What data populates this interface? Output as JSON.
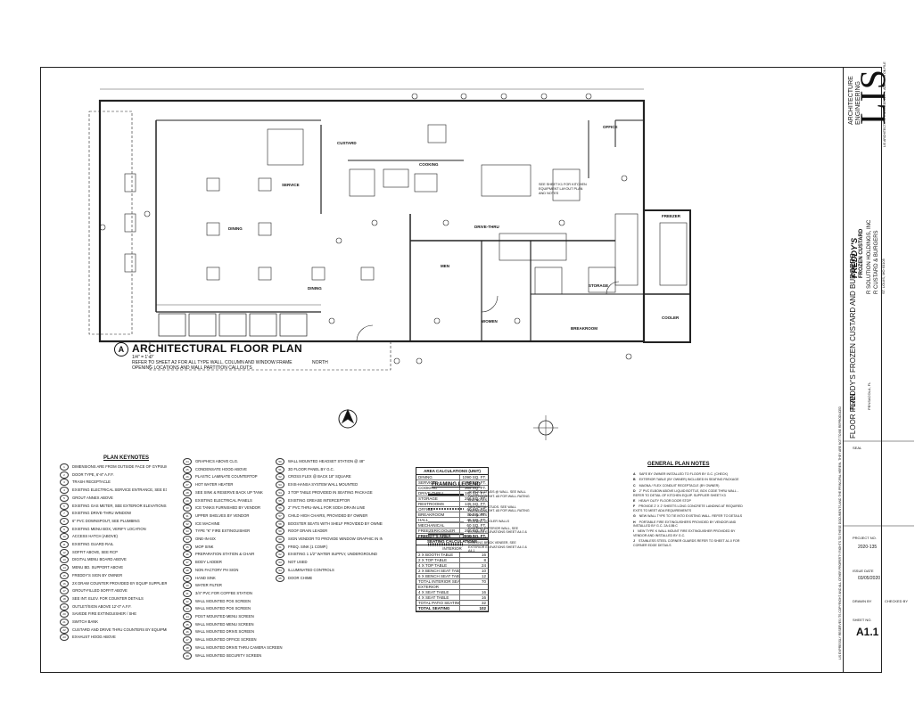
{
  "plan": {
    "title": "ARCHITECTURAL FLOOR PLAN",
    "bubble": "A",
    "scale": "1/4\" = 1'-0\"",
    "subnote": "REFER TO SHEET A2 FOR ALL TYPE WALL, COLUMN AND WINDOW FRAME OPENING LOCATIONS AND WALL PARTITION CALLOUTS",
    "north": "NORTH"
  },
  "rooms": {
    "dining": "DINING",
    "dining2": "DINING",
    "service": "SERVICE",
    "custard": "CUSTARD",
    "cooking": "COOKING",
    "drive_thru": "DRIVE-THRU",
    "storage": "STORAGE",
    "freezer": "FREEZER",
    "cooler": "COOLER",
    "mens": "MEN",
    "womens": "WOMEN",
    "breakroom": "BREAKROOM",
    "office": "OFFICE",
    "kitchen_note": "SEE SHEET K1 FOR KITCHEN EQUIPMENT LAYOUT PLAN AND NOTES"
  },
  "keynotes": {
    "heading": "PLAN KEYNOTES",
    "col1": [
      [
        "1",
        "DIMENSIONS ARE FROM OUTSIDE FACE OF GYPSUM BOARD UNLESS OTHERWISE NOTED"
      ],
      [
        "2",
        "DOOR TYPE, 6'-8\" A.F.F."
      ],
      [
        "3",
        "TRASH RECEPTACLE"
      ],
      [
        "4",
        "EXISTING ELECTRICAL SERVICE ENTRANCE, SEE EXTERIOR ELEVATIONS"
      ],
      [
        "5",
        "GROUT ANNEX ABOVE"
      ],
      [
        "6",
        "EXISTING GAS METER, SEE EXTERIOR ELEVATIONS"
      ],
      [
        "7",
        "EXISTING DRIVE-THRU WINDOW"
      ],
      [
        "8",
        "6\" PVC DOWNSPOUT, SEE PLUMBING"
      ],
      [
        "9",
        "EXISTING MENU BOX, VERIFY LOCATION"
      ],
      [
        "10",
        "ACCESS HATCH (ABOVE)"
      ],
      [
        "11",
        "EXISTING GUARD RAIL"
      ],
      [
        "12",
        "SOFFIT ABOVE, SEE RCP"
      ],
      [
        "13",
        "DIGITAL MENU BOARD ABOVE"
      ],
      [
        "14",
        "MENU BD. SUPPORT ABOVE"
      ],
      [
        "15",
        "FREDDY'S SIGN BY OWNER"
      ],
      [
        "16",
        "2X DRAW COUNTER PROVIDED BY EQUIP SUPPLIER"
      ],
      [
        "17",
        "GROUT-FILLED SOFFIT ABOVE"
      ],
      [
        "18",
        "SEE INT. ELEV. FOR COUNTER DETAILS"
      ],
      [
        "19",
        "OUTLET/SIGN ABOVE 12'-0\" A.F.F."
      ],
      [
        "20",
        "SAVEDE FIRE EXTINGUISHER / SHE"
      ],
      [
        "21",
        "SWITCH BANK"
      ],
      [
        "22",
        "CUSTARD AND DRIVE THRU COUNTERS BY EQUIPMENT SUPPLIER"
      ],
      [
        "23",
        "EXHAUST HOOD ABOVE"
      ]
    ],
    "col2": [
      [
        "24",
        "GRAPHICS ABOVE CLG."
      ],
      [
        "25",
        "CONDENSATE HOOD ABOVE"
      ],
      [
        "26",
        "PLASTIC LAMINATE COUNTERTOP"
      ],
      [
        "27",
        "HOT WATER HEATER"
      ],
      [
        "28",
        "SEE SINK & RESERVE BACK UP TANK"
      ],
      [
        "29",
        "EXISTING ELECTRICAL PANELS"
      ],
      [
        "30",
        "ICE TANKS FURNISHED BY VENDOR"
      ],
      [
        "31",
        "UPPER SHELVES BY VENDOR"
      ],
      [
        "32",
        "ICE MACHINE"
      ],
      [
        "33",
        "TYPE \"K\" FIRE EXTINGUISHER"
      ],
      [
        "34",
        "ONE-IN-SIX"
      ],
      [
        "35",
        "MOP SINK"
      ],
      [
        "36",
        "PREPARATION STATION & CHAIR"
      ],
      [
        "37",
        "BODY LADDER"
      ],
      [
        "38",
        "NON FACTORY PH SIGN"
      ],
      [
        "39",
        "HAND SINK"
      ],
      [
        "40",
        "WATER FILTER"
      ],
      [
        "41",
        "3/4\" PVC FOR COFFEE STATION"
      ],
      [
        "42",
        "WALL MOUNTED POS SCREEN"
      ],
      [
        "43",
        "WALL MOUNTED POS SCREEN"
      ],
      [
        "44",
        "POST MOUNTED MENU SCREEN"
      ],
      [
        "45",
        "WALL MOUNTED MENU SCREEN"
      ],
      [
        "46",
        "WALL MOUNTED DRIVE SCREEN"
      ],
      [
        "47",
        "WALL MOUNTED OFFICE SCREEN"
      ],
      [
        "48",
        "WALL MOUNTED DRIVE THRU CAMERA SCREEN"
      ],
      [
        "49",
        "WALL MOUNTED SECURITY SCREEN"
      ]
    ],
    "col3": [
      [
        "50",
        "WALL MOUNTED HEADSET STATION @ 48\""
      ],
      [
        "51",
        "3D FLOOR PANEL BY G.C."
      ],
      [
        "52",
        "CROSS FLEX @ BACK 18\" SQUARE"
      ],
      [
        "53",
        "EXIS-HANSA SYSTEM WALL MOUNTED"
      ],
      [
        "54",
        "3 TOP TABLE PROVIDED IN SEATING PACKAGE"
      ],
      [
        "55",
        "EXISTING GREASE INTERCEPTOR"
      ],
      [
        "56",
        "2\" PVC THRU-WALL FOR SODA DRAIN LINE"
      ],
      [
        "57",
        "CHILD HIGH CHAIRS, PROVIDED BY OWNER"
      ],
      [
        "58",
        "BOOSTER SEATS WITH SHELF PROVIDED BY OWNER"
      ],
      [
        "59",
        "ROOF DRAIN LEADER"
      ],
      [
        "60",
        "SIGN VENDOR TO PROVIDE WINDOW GRAPHIC IN INTERIOR SIDE"
      ],
      [
        "61",
        "FREQ. SINK (1 COMP.)"
      ],
      [
        "62",
        "EXISTING 1 1/2\" WATER SUPPLY, UNDERGROUND"
      ],
      [
        "63",
        "NOT USED"
      ],
      [
        "64",
        "ILLUMINATED CONTROLS"
      ],
      [
        "65",
        "DOOR CHIME"
      ]
    ]
  },
  "area_calc": {
    "title": "AREA CALCULATIONS",
    "unit": "(UNIT)",
    "rows": [
      [
        "DINING",
        "1090 SQ. FT."
      ],
      [
        "SERVICE",
        "190 SQ. FT."
      ],
      [
        "COOKING",
        "365 SQ. FT."
      ],
      [
        "DRIVE-THRU",
        "180 SQ. FT."
      ],
      [
        "STORAGE",
        "255 SQ. FT."
      ],
      [
        "RESTROOMS",
        "135 SQ. FT."
      ],
      [
        "OFFICE",
        "60 SQ. FT."
      ],
      [
        "BREAKROOM",
        "70 SQ. FT."
      ],
      [
        "HALL",
        "45 SQ. FT."
      ],
      [
        "MECHANICAL",
        "60 SQ. FT."
      ],
      [
        "FREEZER/COOLER",
        "250 SQ. FT."
      ]
    ],
    "total": [
      "FREDDY'S AREA",
      "2800 SQ. FT."
    ]
  },
  "seating_calc": {
    "title": "SEATING CALCULATIONS",
    "sub": "INTERIOR",
    "rows": [
      [
        "2 X BOOTH TABLE",
        "16"
      ],
      [
        "2 X TOP TABLE",
        "8"
      ],
      [
        "4 X TOP TABLE",
        "24"
      ],
      [
        "2 X BENCH SEAT TABLE",
        "10"
      ],
      [
        "6 X BENCH SEAT TABLE",
        "12"
      ],
      [
        "TOTAL INTERIOR SEATS",
        "70"
      ],
      [
        "EXTERIOR",
        ""
      ],
      [
        "4 X SEAT TABLE",
        "16"
      ],
      [
        "4 X SEAT TABLE",
        "16"
      ],
      [
        "TOTAL PATIO SEATING",
        "32"
      ]
    ],
    "total": [
      "TOTAL SEATING",
      "102"
    ]
  },
  "framing_legend": {
    "title": "FRAMING LEGEND",
    "items": [
      "3x WOOD STUDS @ WALL. SEE WALL PARTITIONS SHT. A5 FOR WALL RATING AND NOTES",
      "NEW METAL STUDS. SEE WALL PARTITIONS SHT. A5 FOR WALL RATING AND NOTES",
      "EXISTING COOLER WALLS",
      "EXISTING EXTERIOR WALL, SEE EXTERIOR ELEVATIONS SHEET A4.0 & A4.1",
      "EXISTING BRICK VENEER, SEE EXTERIOR ELEVATIONS SHEET A4.0 & A4.1"
    ]
  },
  "general_notes": {
    "title": "GENERAL PLAN NOTES",
    "items": [
      [
        "A",
        "SAFE BY OWNER INSTALLED TO FLOOR BY G.C. (CHECK)"
      ],
      [
        "B",
        "EXTERIOR TABLE (BY OWNER) INCLUDED IN SEATING PACKAGE"
      ],
      [
        "C",
        "MAGNA / FLEX CONDUIT RECEPTACLE (BY OWNER)"
      ],
      [
        "D",
        "2\" PVC ELBOW ABOVE LIQUID BOTTLE, BOX CODE THRU WALL - REFER TO DETAIL OF KITCHEN EQUIP. SUPPLIER SHEET K3"
      ],
      [
        "E",
        "HEAVY DUTY FLOOR DOOR STOP"
      ],
      [
        "F",
        "PROVIDE 2' X 2' SHEETS LONG CONCRETE LANDING AT REQUIRED EXITS TO MEET ADA REQUIREMENTS"
      ],
      [
        "G",
        "NEW WALL TYPE TO TIE INTO EXISTING WALL. REFER TO DETAILS"
      ],
      [
        "H",
        "PORTABLE FIRE EXTINGUISHERS PROVIDED BY VENDOR AND INSTALLED BY G.C. 2A:10B:C"
      ],
      [
        "I",
        "NEW TYPE K WALL MOUNT FIRE EXTINGUISHER PROVIDED BY VENDOR AND INSTALLED BY G.C."
      ],
      [
        "J",
        "STAINLESS STEEL CORNER GUARDS REFER TO SHEET A1.0 FOR CORNER EDGE DETAILS"
      ]
    ]
  },
  "title_block": {
    "firm_initials": "LIS",
    "firm_line1": "ARCHITECTURE",
    "firm_line2": "ENGINEERING",
    "firm_address": "LIS ARCHITECTURE ENGINEERING — ADDRESS ON FILE",
    "client_logo": "FREDDY'S",
    "client_logo_sub": "FROZEN CUSTARD",
    "client_name": "R SOLUTION HOLDINGS, INC",
    "client_dba": "R CUSTARD & BURGERS",
    "client_city": "ST. LOUIS, MO 63105",
    "project_name": "FREDDY'S FROZEN CUSTARD AND BURGERS",
    "project_city": "PENSACOLA, FL",
    "sheet_title": "FLOOR PLAN",
    "copyright": "LIS EXPRESSLY RESERVES ITS COPYRIGHT AND ALL OTHER PROPERTY RIGHTS TO THESE DOCUMENTS AND THE PRINCIPAL HEREIN. THEY ARE NOT TO BE REPRODUCED",
    "seal_label": "SEAL",
    "project_no_label": "PROJECT NO.",
    "project_no": "2020-135",
    "issue_date_label": "ISSUE DATE",
    "issue_date": "03/05/2020",
    "drawn_label": "DRAWN BY",
    "checked_label": "CHECKED BY",
    "sheet_no_label": "SHEET NO.",
    "sheet_no": "A1.1"
  }
}
